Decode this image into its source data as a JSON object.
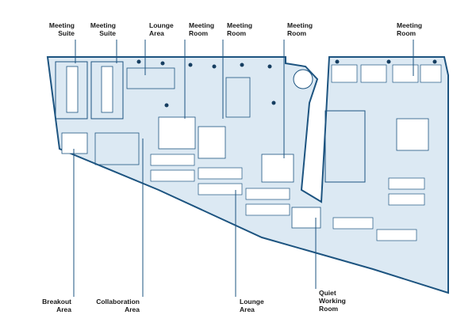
{
  "labels": {
    "meeting_suite_1": [
      "Meeting",
      "Suite"
    ],
    "meeting_suite_2": [
      "Meeting",
      "Suite"
    ],
    "lounge_top": [
      "Lounge",
      "Area"
    ],
    "meeting_room_1": [
      "Meeting",
      "Room"
    ],
    "meeting_room_2": [
      "Meeting",
      "Room"
    ],
    "meeting_room_3": [
      "Meeting",
      "Room"
    ],
    "meeting_room_4": [
      "Meeting",
      "Room"
    ],
    "breakout": [
      "Breakout",
      "Area"
    ],
    "collaboration": [
      "Collaboration",
      "Area"
    ],
    "lounge_bottom": [
      "Lounge",
      "Area"
    ],
    "quiet_room": [
      "Quiet",
      "Working",
      "Room"
    ]
  },
  "colors": {
    "floor_fill": "#dce9f3",
    "wall": "#1d5480",
    "leader": "#1d5480",
    "dot": "#163e61"
  }
}
